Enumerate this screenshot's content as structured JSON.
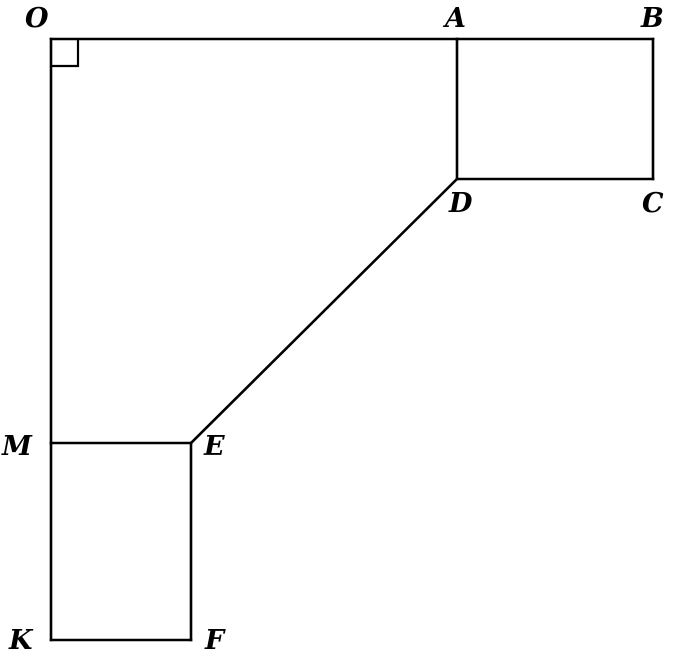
{
  "diagram": {
    "labels": {
      "O": "O",
      "A": "A",
      "B": "B",
      "C": "C",
      "D": "D",
      "E": "E",
      "M": "M",
      "K": "K",
      "F": "F"
    },
    "right_angle_at": "O",
    "stroke_color": "#000000",
    "background_color": "#ffffff"
  }
}
